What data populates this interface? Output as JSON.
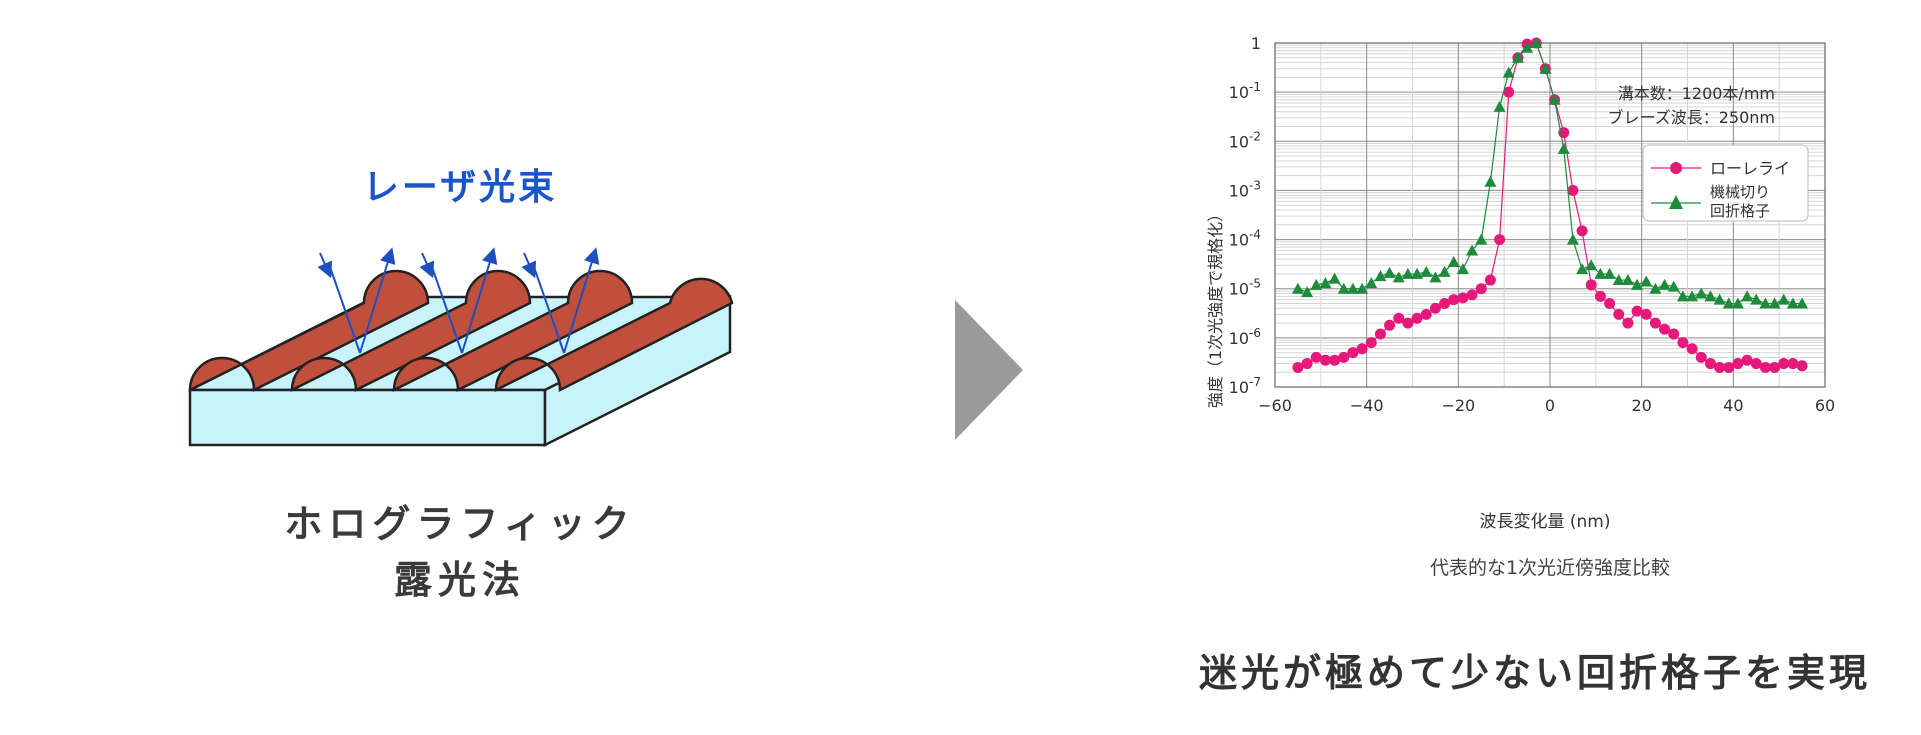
{
  "left_panel": {
    "laser_label": "レーザ光束",
    "method_label_line1": "ホログラフィック",
    "method_label_line2": "露光法"
  },
  "right_panel": {
    "caption": "代表的な1次光近傍強度比較",
    "tagline": "迷光が極めて少ない回折格子を実現"
  },
  "colors": {
    "ridge": "#c0503c",
    "substrate": "#c9f3fb",
    "laser_lines": "#1f4fbf",
    "arrow": "#9a9a9a",
    "rayleigh": "#e6197a",
    "mechanical": "#1e8a3c"
  },
  "icons": [
    "chevron-right-arrow-icon"
  ],
  "chart_data": {
    "type": "scatter",
    "xlabel": "波長変化量 (nm)",
    "ylabel": "強度（1次光強度で規格化）",
    "xlim": [
      -60,
      60
    ],
    "ylim": [
      1e-07,
      1
    ],
    "y_scale": "log",
    "x_ticks": [
      "−60",
      "−40",
      "−20",
      "0",
      "20",
      "40",
      "60"
    ],
    "y_ticks": [
      {
        "base": "1",
        "exp": ""
      },
      {
        "base": "10",
        "exp": "-1"
      },
      {
        "base": "10",
        "exp": "-2"
      },
      {
        "base": "10",
        "exp": "-3"
      },
      {
        "base": "10",
        "exp": "-4"
      },
      {
        "base": "10",
        "exp": "-5"
      },
      {
        "base": "10",
        "exp": "-6"
      },
      {
        "base": "10",
        "exp": "-7"
      }
    ],
    "grid": true,
    "annotations": [
      "溝本数：1200本/mm",
      "ブレーズ波長：250nm"
    ],
    "legend_position": "top-right",
    "series": [
      {
        "name": "ローレライ",
        "marker": "circle",
        "color": "#e6197a",
        "x": [
          -55,
          -53,
          -51,
          -49,
          -47,
          -45,
          -43,
          -41,
          -39,
          -37,
          -35,
          -33,
          -31,
          -29,
          -27,
          -25,
          -23,
          -21,
          -19,
          -17,
          -15,
          -13,
          -11,
          -9,
          -7,
          -5,
          -3,
          -1,
          1,
          3,
          5,
          7,
          9,
          11,
          13,
          15,
          17,
          19,
          21,
          23,
          25,
          27,
          29,
          31,
          33,
          35,
          37,
          39,
          41,
          43,
          45,
          47,
          49,
          51,
          53,
          55
        ],
        "y": [
          2.5e-07,
          3e-07,
          4e-07,
          3.5e-07,
          3.5e-07,
          4e-07,
          5e-07,
          6e-07,
          8e-07,
          1.2e-06,
          1.8e-06,
          2.5e-06,
          2e-06,
          2.5e-06,
          3e-06,
          4e-06,
          5e-06,
          6e-06,
          6.5e-06,
          7.5e-06,
          1e-05,
          1.5e-05,
          0.0001,
          0.1,
          0.5,
          0.95,
          1.0,
          0.3,
          0.07,
          0.015,
          0.001,
          0.00015,
          1.2e-05,
          7e-06,
          5e-06,
          3e-06,
          2e-06,
          3.5e-06,
          3e-06,
          2e-06,
          1.5e-06,
          1.2e-06,
          8e-07,
          6e-07,
          4e-07,
          3e-07,
          2.5e-07,
          2.5e-07,
          3e-07,
          3.5e-07,
          3e-07,
          2.5e-07,
          2.5e-07,
          3e-07,
          3e-07,
          2.7e-07
        ]
      },
      {
        "name": "機械切り回折格子",
        "marker": "triangle",
        "color": "#1e8a3c",
        "x": [
          -55,
          -53,
          -51,
          -49,
          -47,
          -45,
          -43,
          -41,
          -39,
          -37,
          -35,
          -33,
          -31,
          -29,
          -27,
          -25,
          -23,
          -21,
          -19,
          -17,
          -15,
          -13,
          -11,
          -9,
          -7,
          -5,
          -3,
          -1,
          1,
          3,
          5,
          7,
          9,
          11,
          13,
          15,
          17,
          19,
          21,
          23,
          25,
          27,
          29,
          31,
          33,
          35,
          37,
          39,
          41,
          43,
          45,
          47,
          49,
          51,
          53,
          55
        ],
        "y": [
          1e-05,
          8.5e-06,
          1.2e-05,
          1.3e-05,
          1.6e-05,
          1e-05,
          1e-05,
          1e-05,
          1.3e-05,
          1.8e-05,
          2.1e-05,
          1.7e-05,
          2e-05,
          2e-05,
          2.2e-05,
          1.7e-05,
          2.2e-05,
          3.5e-05,
          2.5e-05,
          6e-05,
          0.0001,
          0.0015,
          0.05,
          0.25,
          0.5,
          0.8,
          1.0,
          0.3,
          0.07,
          0.007,
          0.0001,
          2.5e-05,
          3e-05,
          2e-05,
          2e-05,
          1.5e-05,
          1.5e-05,
          1.2e-05,
          1.4e-05,
          1e-05,
          1.2e-05,
          1.1e-05,
          7e-06,
          7e-06,
          8e-06,
          7e-06,
          6e-06,
          5e-06,
          5e-06,
          7e-06,
          6e-06,
          5e-06,
          5e-06,
          6e-06,
          5e-06,
          5e-06
        ]
      }
    ]
  }
}
